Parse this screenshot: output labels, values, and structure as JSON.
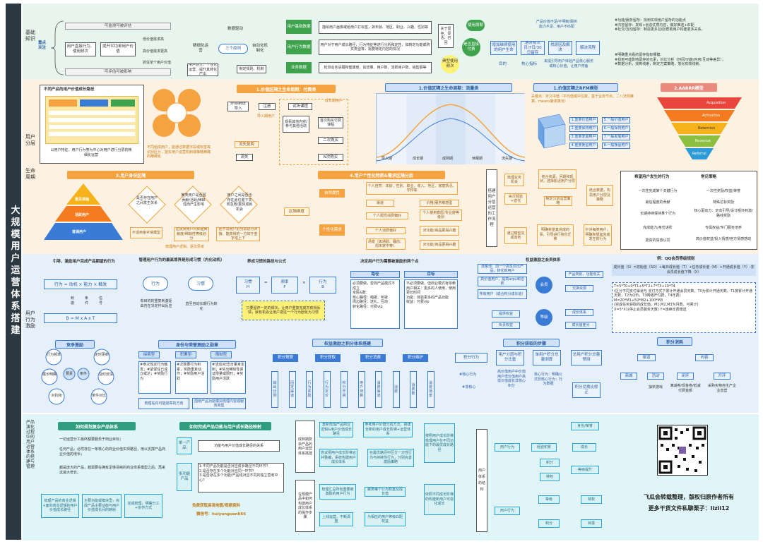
{
  "spine_title": "大规模用户运营体系搭建",
  "sections": {
    "basics": {
      "label": "基础知识"
    },
    "layering": {
      "label": "用户分层"
    },
    "lifecycle": {
      "label": "生命周期"
    },
    "incentive": {
      "label": "用户行为激励"
    },
    "system": {
      "label": "产品演化过程中的用户运营体系的搭建与管理"
    }
  },
  "basics": {
    "key_focus": "重点关注",
    "measurable": "可监测可被评估",
    "measurable2": "可评估可被影响",
    "items": [
      "用户直接行为、使用频次",
      "提升平均单用户价值",
      "低价值需求高",
      "高价值需求更高",
      "抓住单个用户价值"
    ],
    "refined": "精细化运营",
    "three_rules": "三个原则",
    "data_driven": "数据驱动",
    "automation": "自动化机制化",
    "ops_split": "用户划分、个性化运营、提升其转化产出",
    "mechanism": "制定规则、机制",
    "attr_title": "用户基础数据",
    "attr_desc": "描绘用户画像或给用户打标签，如年龄、地区、职业、兴趣、性别等",
    "behav_title": "用户行为数据",
    "behav_desc": "用户对于用户成长路径，行为特征等进行分析和定性，如转定功能或购买类型等，需要特定内容的情况",
    "biz_title": "业务数据",
    "biz_desc": "检测业务进展和健康度，如流量、用户数、活跃用户数、销售额等",
    "cycle_left": "关于留存、促活、召回",
    "cycle_use": "使用周期",
    "cycle_type": "典型使用频次",
    "cycle_price": "是否直接付费",
    "flow": [
      "增加继续使用的用户生命",
      "通常有次日/7日/30日留存",
      "找原因及解决",
      "解决流程"
    ],
    "target": "目的",
    "core_index": "核心指标",
    "goal1": "产品价值不足/不明晰/服务能力不足、用户不匹配",
    "goal2": "来提引导用户体验产品核心服务或核心价值，让用户停备",
    "right_a": "#功能/服务留存：找到实现用户留存的功能点\n#内容留存：发现+创造优质内容，做好推送+匹配\n#社交/互动留存：制造更多互动/帮助用户构建更多关系。",
    "right_b": "#明确重点看的留存指标哪模：\n#找到可能影响留存的元素，对比分析（时间/功能/内容/互动等差异）；\n#数据分析，找到线索，制定方案策略，落化有效线索。"
  },
  "layering": {
    "value_title": "不同产品的用户价值成长路径",
    "value_desc": "以用户特征、用户行为等为中心对用户进行分层的精细化运营",
    "mind_note": "不同组成用户，能通过数据字段或标签等识别区分，能实用户运营机制或策略精确的精细化",
    "p1_title": "1.价值区隔之生命周期：付费类",
    "p1_nodes": [
      "外部新进导入",
      "注册",
      "试听课程",
      "首次购买付费课程",
      "二次购买",
      "N次购买",
      "流失",
      "流失复购",
      "导入期用户",
      "成长期用户"
    ],
    "p1_sub": "观看其他内容/参与其他活动",
    "p1_loss": "流失期用户",
    "p2_title": "1.价值区隔之生命周期：流量类",
    "p2_phases": [
      "导入期",
      "成长期",
      "成熟期",
      "休眠期",
      "流失期"
    ],
    "p3_title": "1.价值区隔之RFM模型",
    "p3_note": "关键点：定义中值（平均值或中位数，基于业务节点、二八法则推算，means聚类算法）",
    "p3_items": [
      "1.重要价值用户",
      "2.重要保持用户",
      "3.重要发展用户",
      "4.重要挽留用户"
    ],
    "p3_items2": [
      "5.一般价值用户",
      "6.一般保持用户",
      "7.一般发展用户",
      "8.一般挽留用户"
    ],
    "p4_title": "2.AARRR模型",
    "p4_layers": [
      "Acquisition",
      "Activation",
      "Retention",
      "Revenue",
      "Referral"
    ]
  },
  "lifecycle": {
    "p5_title": "3.用户身份区隔",
    "pyramid": [
      "意见领袖",
      "活跃用户",
      "普通用户"
    ],
    "q1": "是否存在用户之间发生关系",
    "q2": "某类用户是否因贡献/活跃/稀缺性而产生影响",
    "q3": "用户之间是否也存在此位置下实现急救/集体成就机会",
    "a1": "不适用金字塔模型",
    "a2": "在该类用户内依据贡献度/稀缺性等级划分",
    "a3": "把不同用户的分层进行对接，能获得的一方如于金字塔上下",
    "pyr_note": "梳理用户逻辑、逐次思考",
    "p6_title": "4.用户个性化特质&需求区隔分层",
    "region": "区隔维度",
    "natural": "自然属性",
    "personal": "个性化需求",
    "nat_items": [
      "个人自然：年龄、性别、职业、收入、地区、家庭情况、学校等",
      "渠道",
      "个人题性消费偏好",
      "价格/服务敏感型",
      "个人使用意愿/专业度等级别"
    ],
    "pers_items": [
      "个人消费偏好",
      "场景（如通勤、睡前、周末家中等）",
      "对功能/商品更易兴趣",
      "对功能/商品更易兴趣"
    ],
    "tool_title": "搭建用户分层运营的工作流程",
    "tool_nodes": [
      "梳理业务机会",
      "结合资源，问题和现状，选择影迟用户分层",
      "结合数据，构思用户分层及策略",
      "执行经验+迭代",
      "制定分层运营策略",
      "通过模型完成落地",
      "明确希望其完成的事，引导进行身份迁移",
      "针对每类用户，明确希望其完成发生的行为"
    ],
    "hope_title": "希望用户发生的行为",
    "hope_items": [
      "一次性完成某个关键行为",
      "最信程度的贡献",
      "长期持续保持某个行为",
      "完成能力/身份进阶",
      "更高的情感认同"
    ],
    "strategy_title": "常见策略",
    "strategy_items": [
      "一次性奖励/权益/荣誉",
      "特殊达标奖励",
      "核心驱动力：定向引导/设计额外刺激/路线奖励",
      "专属权益/专门服务培养",
      "高价值权益/投入情感/官方情感感动"
    ]
  },
  "incentive": {
    "t1": "引导、激励用户完成产品期望的行为",
    "formula": "行为 = 动机 × 能力 × 触发",
    "formula_b": "B = M x A x T",
    "fb_labels": [
      "刺激",
      "条件",
      "信号"
    ],
    "t2": "管理用户行为的最高境界是形成习惯（内化动机）",
    "habit_nodes": [
      "行为",
      "习惯"
    ],
    "habit_notes": [
      "有目的的重复刺激促由内在决定作出反应",
      "直至自动长期行为转化"
    ],
    "t3": "养成习惯的路径与公式",
    "hf": [
      "习惯",
      "频率",
      "行为"
    ],
    "hf_sub": [
      "H",
      "F",
      "B"
    ],
    "hf_note": "只要留存一定的频次，让用户重复完成并获得反馈，就有机会让用户把这一个行为固化为习惯",
    "t4": "决定用户行为需要被激励的两个点",
    "path_h": "路径",
    "goal_h": "目标",
    "path_items": "必须要做，否则产品模式不成立\n全民&数：\n核心路径：唱歌、听歌\n周边路径：送礼、互动\n转化路径：付费vip",
    "goal_items": "不必须要做，但商业模式有依赖\n用户相关：更多的人使用，使用更长时间\n功能：体验更多的产品功能\n收益：付费vip",
    "t5": "权益激励之会员体系",
    "m_items": [
      "流量池：创一个高性价比产品，转化新用户",
      "高价值用户，提高arpu和活跃",
      "所有用户（成合积分成长值）"
    ],
    "member": "会员",
    "level": "等级",
    "m_right": [
      "产品类别、功能有关",
      "交换资源",
      "成长体系",
      "成长值差分"
    ],
    "m_sub": [
      "提供权益",
      "负责权益"
    ],
    "t6": "例：QQ会员等级规则",
    "qq_1": "成长值（S）=初始值（SO）+每日成长值（T）+任务成长值（M）+开通成长值（Y）-非会员成长值下降（X）",
    "qq_2": "T=5*T0+0*T1+5*T2+7*T3+10*T4\n(区分不同支付渠道与 支付方式下累计开通会员天数。T0为累计开通天数。T1按累计开通天数，T2为Q币，T3网络开付费，T4年费)\nM=20*M1+50*M2+100*M3\n(完成任务获取的成长值。M1,M2,M3为月数，可累计)\nX=5*X1(停止会员服务天数) Y=连续年费赠送",
    "r1": "竞争激励",
    "r1_items": [
      "行为频率",
      "展示明确",
      "对抗物",
      "要素",
      "条件",
      "定时更新",
      "及时反馈",
      "条件对比"
    ],
    "r2": "身份与荣誉激励之勋章",
    "r2_cols": [
      "探索型",
      "积累型",
      "限制型"
    ],
    "r2_desc": [
      "#参次性定行为触发；#紧促任已成立或达；#奖励行为",
      "#次数要行为积累，奖励重复动作；#奖励用户活跃",
      "#活动/纪念日量身定制；#奖出稀缺性保证限量或限时；#奖励用户活跃"
    ],
    "r2_a": "梳理站内可能勋章的方向",
    "r2_b": "围绕产品功能模块梳理内容或服务类型",
    "r3": "权益激励之积分体系搭建",
    "r3_cols": [
      "积分预算",
      "积分获取",
      "积分消费",
      "积分维护"
    ],
    "r3_subs": [
      "输出比例",
      "固定渠道",
      "行为奖励",
      "行为定价",
      "积分开闸",
      "用户测算",
      "消费渠道",
      "消费",
      "消费数",
      "消费场景"
    ],
    "r4": "积分获取的步骤",
    "r4_steps": [
      "积分行为",
      "用户分层与积分比重",
      "单用户积分总量测算",
      "总用户积分总量预测",
      "积分兑换比修正"
    ],
    "r4_notes": [
      "#核心行为",
      "#非核心",
      "高价值用户中价值用户低价值用户高低价值成长非核心积分",
      "核心行为：明确公式非核心行为：行为数据"
    ],
    "r5": "积分消耗",
    "r5_cols": [
      "渠道",
      "内容"
    ],
    "r5_items": [
      "商城",
      "活动",
      "抽奖游戏",
      "闭环",
      "开环",
      "满减券/现金卷/抵减付费金额",
      "采购实物自生产企业直营"
    ]
  },
  "system": {
    "t1": "如何规划复杂产品体系",
    "items": [
      "一切运营分工最终都要服务于商业目标；",
      "任何产品，必然存在一条核心的商业价值实现路径，用以支撑产品商业价值的增长；",
      "越是庞大的产品，越需要在拥有足够清晰的商业体系模型之后，再来这遍大增长。"
    ],
    "bottom": [
      "梳理产品的商业逻辑+面向商业逻辑的用户价值成长路径",
      "主要功能或模块里，完成产品主要功能与用户价值成长间的映射",
      "完成梳理，明确分工+协作方式"
    ],
    "t2": "如何完成产品功能与用户成长路径映射",
    "single": "单一产品",
    "multi": "多功能产品",
    "single_desc": "功能与用户价值成长路径的关系",
    "multi_desc": "1.不同产品功能是否对应成长路径不同环节？\n2.是否存在多个功能对应同一环节？\n3.是否存在多个功能/产品线对应不同的独立营收中心？",
    "free_title": "免费获取高清地图/视频资料",
    "wechat": "微信号：huiyunguanli66",
    "t3a": "成熟期复杂产品的用户运营体系搭建",
    "a_nodes": [
      "重新梳理产品商业逻辑&用户价值成长路径",
      "参考用户价值分层方法，搭建全新的用户成长阶梯+运营体系",
      "按照用户成长阶梯梳理用户在不同功能下的最优成长路径",
      "尝试把用户成长阶梯合并整编，系统构建用户成长体系",
      "在最优路径中区分一次性行为与持续性行为，分别完善激励策略"
    ],
    "t3b": "在规模产品中如何构建用户成长体系的操作步骤",
    "b_nodes": [
      "梳理汇总所有重要被激励的用户行为",
      "聚类每个行为权重及成长值",
      "依照不同成长阶梯的构建新用户可视化成长",
      "上线运营，不断调整",
      "为相应的用户等级匹配权益"
    ],
    "t4": "用户体系的结构",
    "s_nodes": [
      "身份/荣誉",
      "用户行为",
      "经验积累",
      "成长",
      "积分",
      "特权",
      "等级提升",
      "用户行为",
      "等级",
      "特权",
      "积分",
      "成长",
      "目报"
    ],
    "copyright": "飞瓜会转载整理，版权归原作者所有",
    "contact": "更多干货文件私聊栗子：lizii12"
  },
  "colors": {
    "spine": "#2d3942",
    "basics_bg": "#e8f5ee",
    "layer_bg": "#fdf2e2",
    "incent_bg": "#e6f0fb",
    "system_bg": "#dff5f8"
  }
}
